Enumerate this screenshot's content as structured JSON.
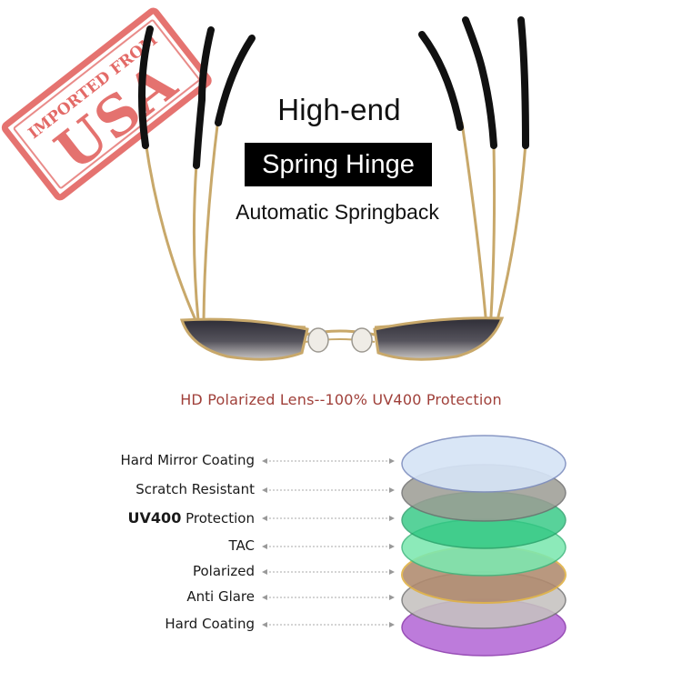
{
  "stamp": {
    "top_text": "IMPORTED FROM",
    "main_text": "USA",
    "color": "#e05a57"
  },
  "feature": {
    "title": "High-end",
    "boxed_text": "Spring Hinge",
    "subtitle": "Automatic Springback"
  },
  "lens": {
    "header": "HD Polarized Lens--100% UV400 Protection",
    "header_color": "#a0403a",
    "layers": [
      {
        "label": "Hard Mirror Coating",
        "color": "#d6e4f6",
        "edge": "#8090c0"
      },
      {
        "label": "Scratch Resistant",
        "color": "#9c9c94",
        "edge": "#6e6e6e"
      },
      {
        "label_bold": "UV400",
        "label": "Protection",
        "color": "#2fc782",
        "edge": "#1f9c63"
      },
      {
        "label": "TAC",
        "color": "#7de8b0",
        "edge": "#3fb87e"
      },
      {
        "label": "Polarized",
        "color": "#b08a6e",
        "edge": "#e0b040"
      },
      {
        "label": "Anti Glare",
        "color": "#c6c2c0",
        "edge": "#777777"
      },
      {
        "label": "Hard Coating",
        "color": "#b870d8",
        "edge": "#9040b0"
      }
    ]
  },
  "colors": {
    "frame_gold": "#c8a86a",
    "temple_tip": "#111111",
    "lens_dark": "#3c3b44"
  }
}
